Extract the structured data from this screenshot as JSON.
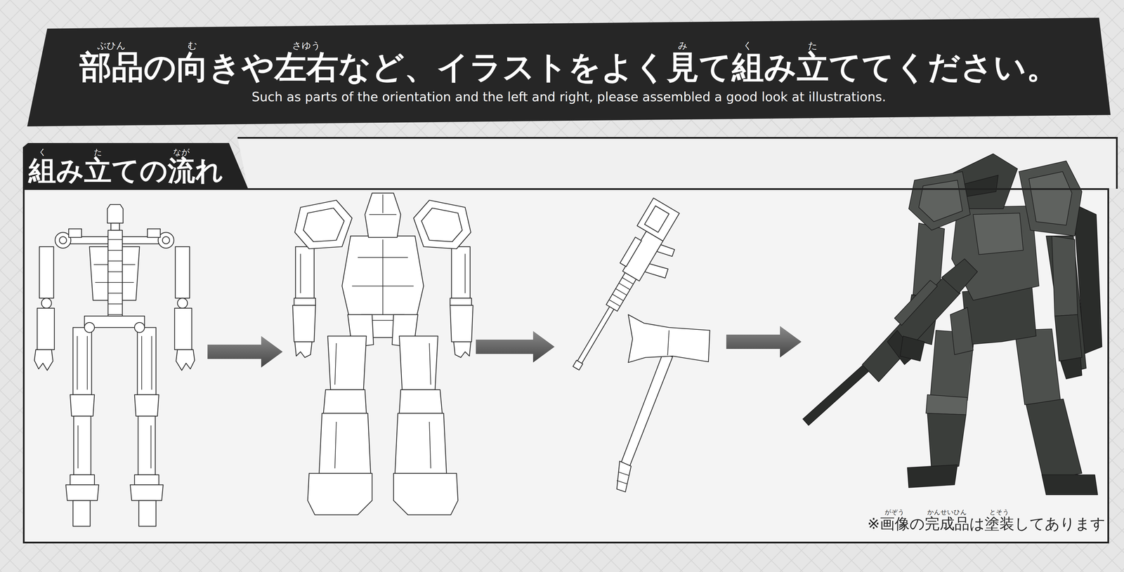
{
  "diagram": {
    "nodes": [
      {
        "text": [
          "部品の向きや左右など、イラストをよく見て組み立ててください。",
          "Such as parts of the orientation and the left and right, please assembled a good look at illustrations."
        ]
      },
      {
        "text": [
          "組み立ての流れ"
        ]
      }
    ],
    "labels": [
      "ぶひん",
      "む",
      "さゆう",
      "み",
      "く",
      "た",
      "く",
      "た",
      "なが",
      "がぞう",
      "かんせいひん",
      "とそう",
      "※画像の完成品は塗装してあります"
    ]
  }
}
